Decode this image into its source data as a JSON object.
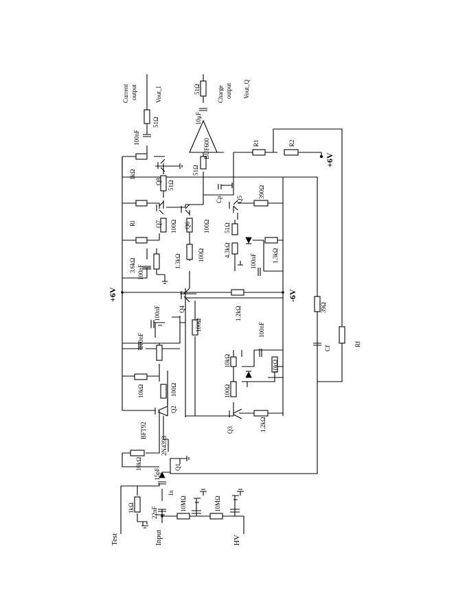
{
  "rails": {
    "plus": "+6V",
    "minus": "-6V",
    "plus_r": "+6V"
  },
  "io": {
    "test": "Test",
    "input": "Input",
    "hv": "HV",
    "in": "In",
    "current_a": "Current",
    "current_b": "output",
    "current_c": "Vout_I",
    "charge_a": "Charge",
    "charge_b": "output",
    "charge_c": "Vout_Q"
  },
  "parts": {
    "q1": "Q1",
    "q2": "Q2",
    "q3": "Q3",
    "q4": "Q4",
    "q5": "Q5",
    "q6": "Q6",
    "q7": "Q7",
    "q8": "Q8",
    "bft92": "BFT92",
    "n4393": "2N4393",
    "buf": "BUF600",
    "r1": "R1",
    "r2": "R2",
    "rl": "Rl",
    "rf": "Rf",
    "cf": "Cf",
    "cp": "Cp"
  },
  "values": {
    "r1k_test": "1kΩ",
    "c22n": "22nF",
    "c15p": "15pF",
    "rsmall": "10kΩ",
    "r10m_a": "10MΩ",
    "r10m_b": "10MΩ",
    "r10k_a": "10kΩ",
    "c100n_a": "100nF",
    "c100n_b": "100nF",
    "r10k_b": "10kΩ",
    "r100_a": "100Ω",
    "r100_b": "100Ω",
    "r100_c": "100Ω",
    "r1_2k_a": "1.2kΩ",
    "r1_2k_b": "1.2kΩ",
    "r10k_c": "10kΩ",
    "r10k_d": "10kΩ",
    "c100n_c": "100nF",
    "r100_d": "100Ω",
    "r39": "39Ω",
    "r3_6k": "3.6kΩ",
    "c100n_d": "100nF",
    "r1_3k_a": "1.3kΩ",
    "r100_e": "100Ω",
    "r100_f": "100Ω",
    "r51_a": "51Ω",
    "r4_3k": "4.3kΩ",
    "c100n_e": "100nF",
    "r1_3k_b": "1.3kΩ",
    "r390": "390Ω",
    "r1k_b": "1kΩ",
    "r51_b": "51Ω",
    "c100n_f": "100nF",
    "r51_c": "51Ω",
    "r51_d": "51Ω",
    "c10u": "10μF",
    "r51_e": "51Ω"
  }
}
